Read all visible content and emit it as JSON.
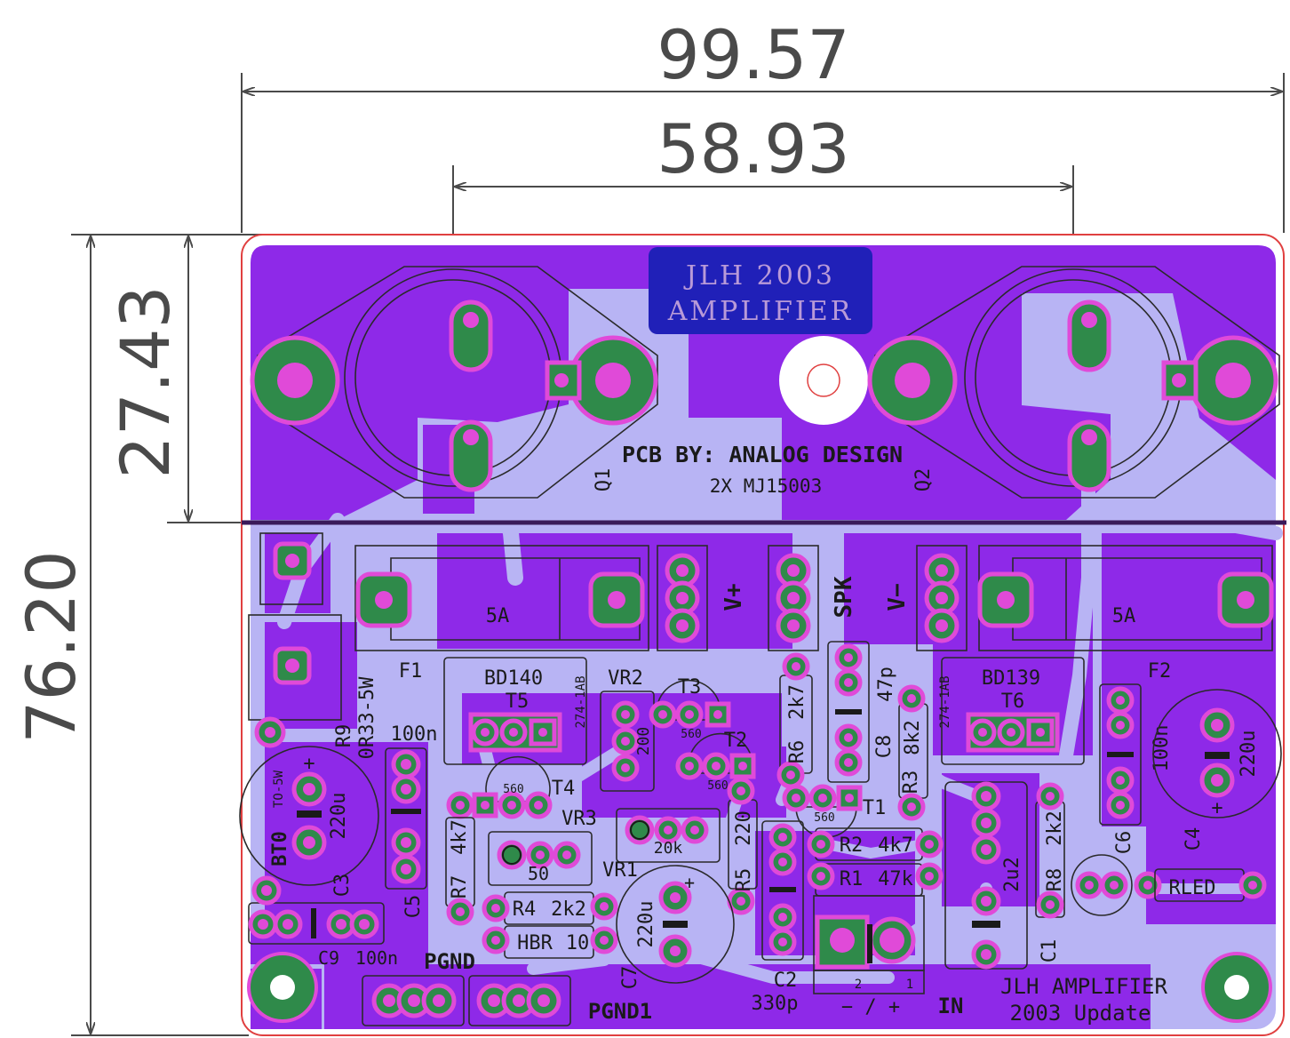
{
  "dimensions": {
    "board_width": "99.57",
    "transistor_spacing": "58.93",
    "transistor_section_height": "27.43",
    "board_height": "76.20"
  },
  "colors": {
    "copper": "#8e29e8",
    "clearance": "#b8b4f4",
    "pad": "#2f8a4a",
    "pad_ring": "#e04ad8",
    "edge_cut": "#e04040",
    "dimension": "#4a4a4a"
  },
  "logo": {
    "line1": "JLH 2003",
    "line2": "AMPLIFIER"
  },
  "header_text": {
    "credit": "PCB BY: ANALOG DESIGN",
    "parts": "2X MJ15003"
  },
  "transistors": {
    "q1": "Q1",
    "q2": "Q2"
  },
  "fuses": {
    "f1": "F1",
    "f2": "F2",
    "rating": "5A"
  },
  "connectors": {
    "vplus": "V+",
    "spk": "SPK",
    "vminus": "V−",
    "pgnd": "PGND",
    "pgnd1": "PGND1",
    "in": "IN",
    "in_polarity": "− / +",
    "in_pin1": "1",
    "in_pin2": "2"
  },
  "components": {
    "t5": "T5",
    "t5_part": "BD140",
    "t5_pkg": "274-1AB",
    "t6": "T6",
    "t6_part": "BD139",
    "t6_pkg": "274-1AB",
    "t3": "T3",
    "t2": "T2",
    "t4": "T4",
    "t1": "T1",
    "tr_val": "560",
    "vr2": "VR2",
    "vr2_val": "200",
    "vr3": "VR3",
    "vr3_val": "50",
    "vr1": "VR1",
    "vr1_val": "20k",
    "r9": "R9",
    "r9_val": "0R33-5W",
    "r9_pkg": "TO-5W",
    "r6": "R6",
    "r6_val": "2k7",
    "r3": "R3",
    "r3_val": "8k2",
    "r7": "R7",
    "r7_val": "4k7",
    "r5": "R5",
    "r5_val": "220",
    "r2": "R2",
    "r2_val": "4k7",
    "r1": "R1",
    "r1_val": "47k",
    "r4": "R4",
    "r4_val": "2k2",
    "hbr": "HBR",
    "hbr_val": "10",
    "r8": "R8",
    "r8_val": "2k2",
    "c8": "C8",
    "c8_val": "47p",
    "c5": "C5",
    "c5_val": "100n",
    "c3": "C3",
    "c3_val": "220u",
    "c6": "C6",
    "c6_val": "100n",
    "c4": "C4",
    "c4_val": "220u",
    "c7": "C7",
    "c7_val": "220u",
    "c2": "C2",
    "c2_val": "330p",
    "c1": "C1",
    "c1_val": "2u2",
    "c9": "C9",
    "c9_val": "100n",
    "bt0": "BT0",
    "rled": "RLED"
  },
  "footer": {
    "line1": "JLH AMPLIFIER",
    "line2": "2003 Update"
  }
}
